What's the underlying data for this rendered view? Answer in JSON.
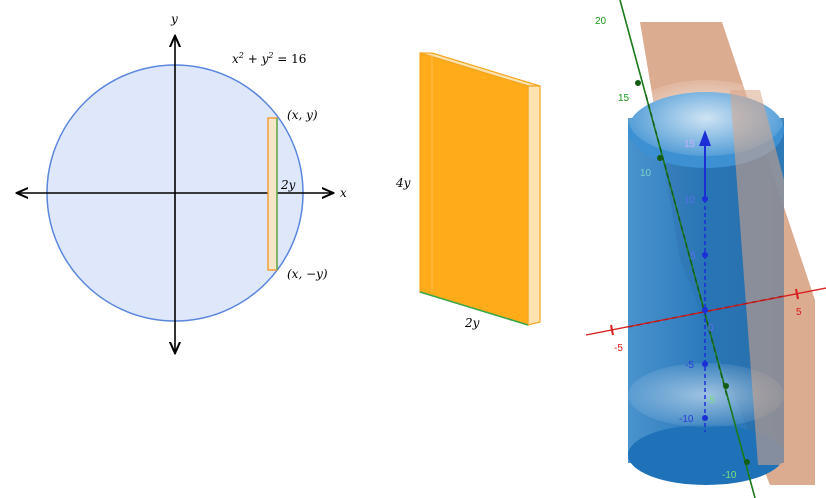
{
  "circle_diagram": {
    "x_axis_label": "x",
    "y_axis_label": "y",
    "equation": {
      "base1": "x",
      "exp1": "2",
      "plus": " + ",
      "base2": "y",
      "exp2": "2",
      "rhs": " = 16"
    },
    "upper_point_label": "(x, y)",
    "lower_point_label": "(x, −y)",
    "strip_label": "2y"
  },
  "slab_diagram": {
    "height_label": "4y",
    "width_label": "2y"
  },
  "solid_3d_view": {
    "z_axis_ticks": [
      "15",
      "10",
      "5",
      "0",
      "-5",
      "-10"
    ],
    "x_axis_ticks": [
      "-5",
      "5"
    ],
    "y_axis_ticks": [
      "15",
      "10",
      "-5",
      "-10"
    ],
    "top_partial_tick": "20",
    "colors": {
      "cylinder": "#1f72b8",
      "slab": "#d9a588",
      "z_axis": "#1c2fd6",
      "x_axis": "#d91c1c",
      "y_axis": "#1a7a1a"
    }
  }
}
